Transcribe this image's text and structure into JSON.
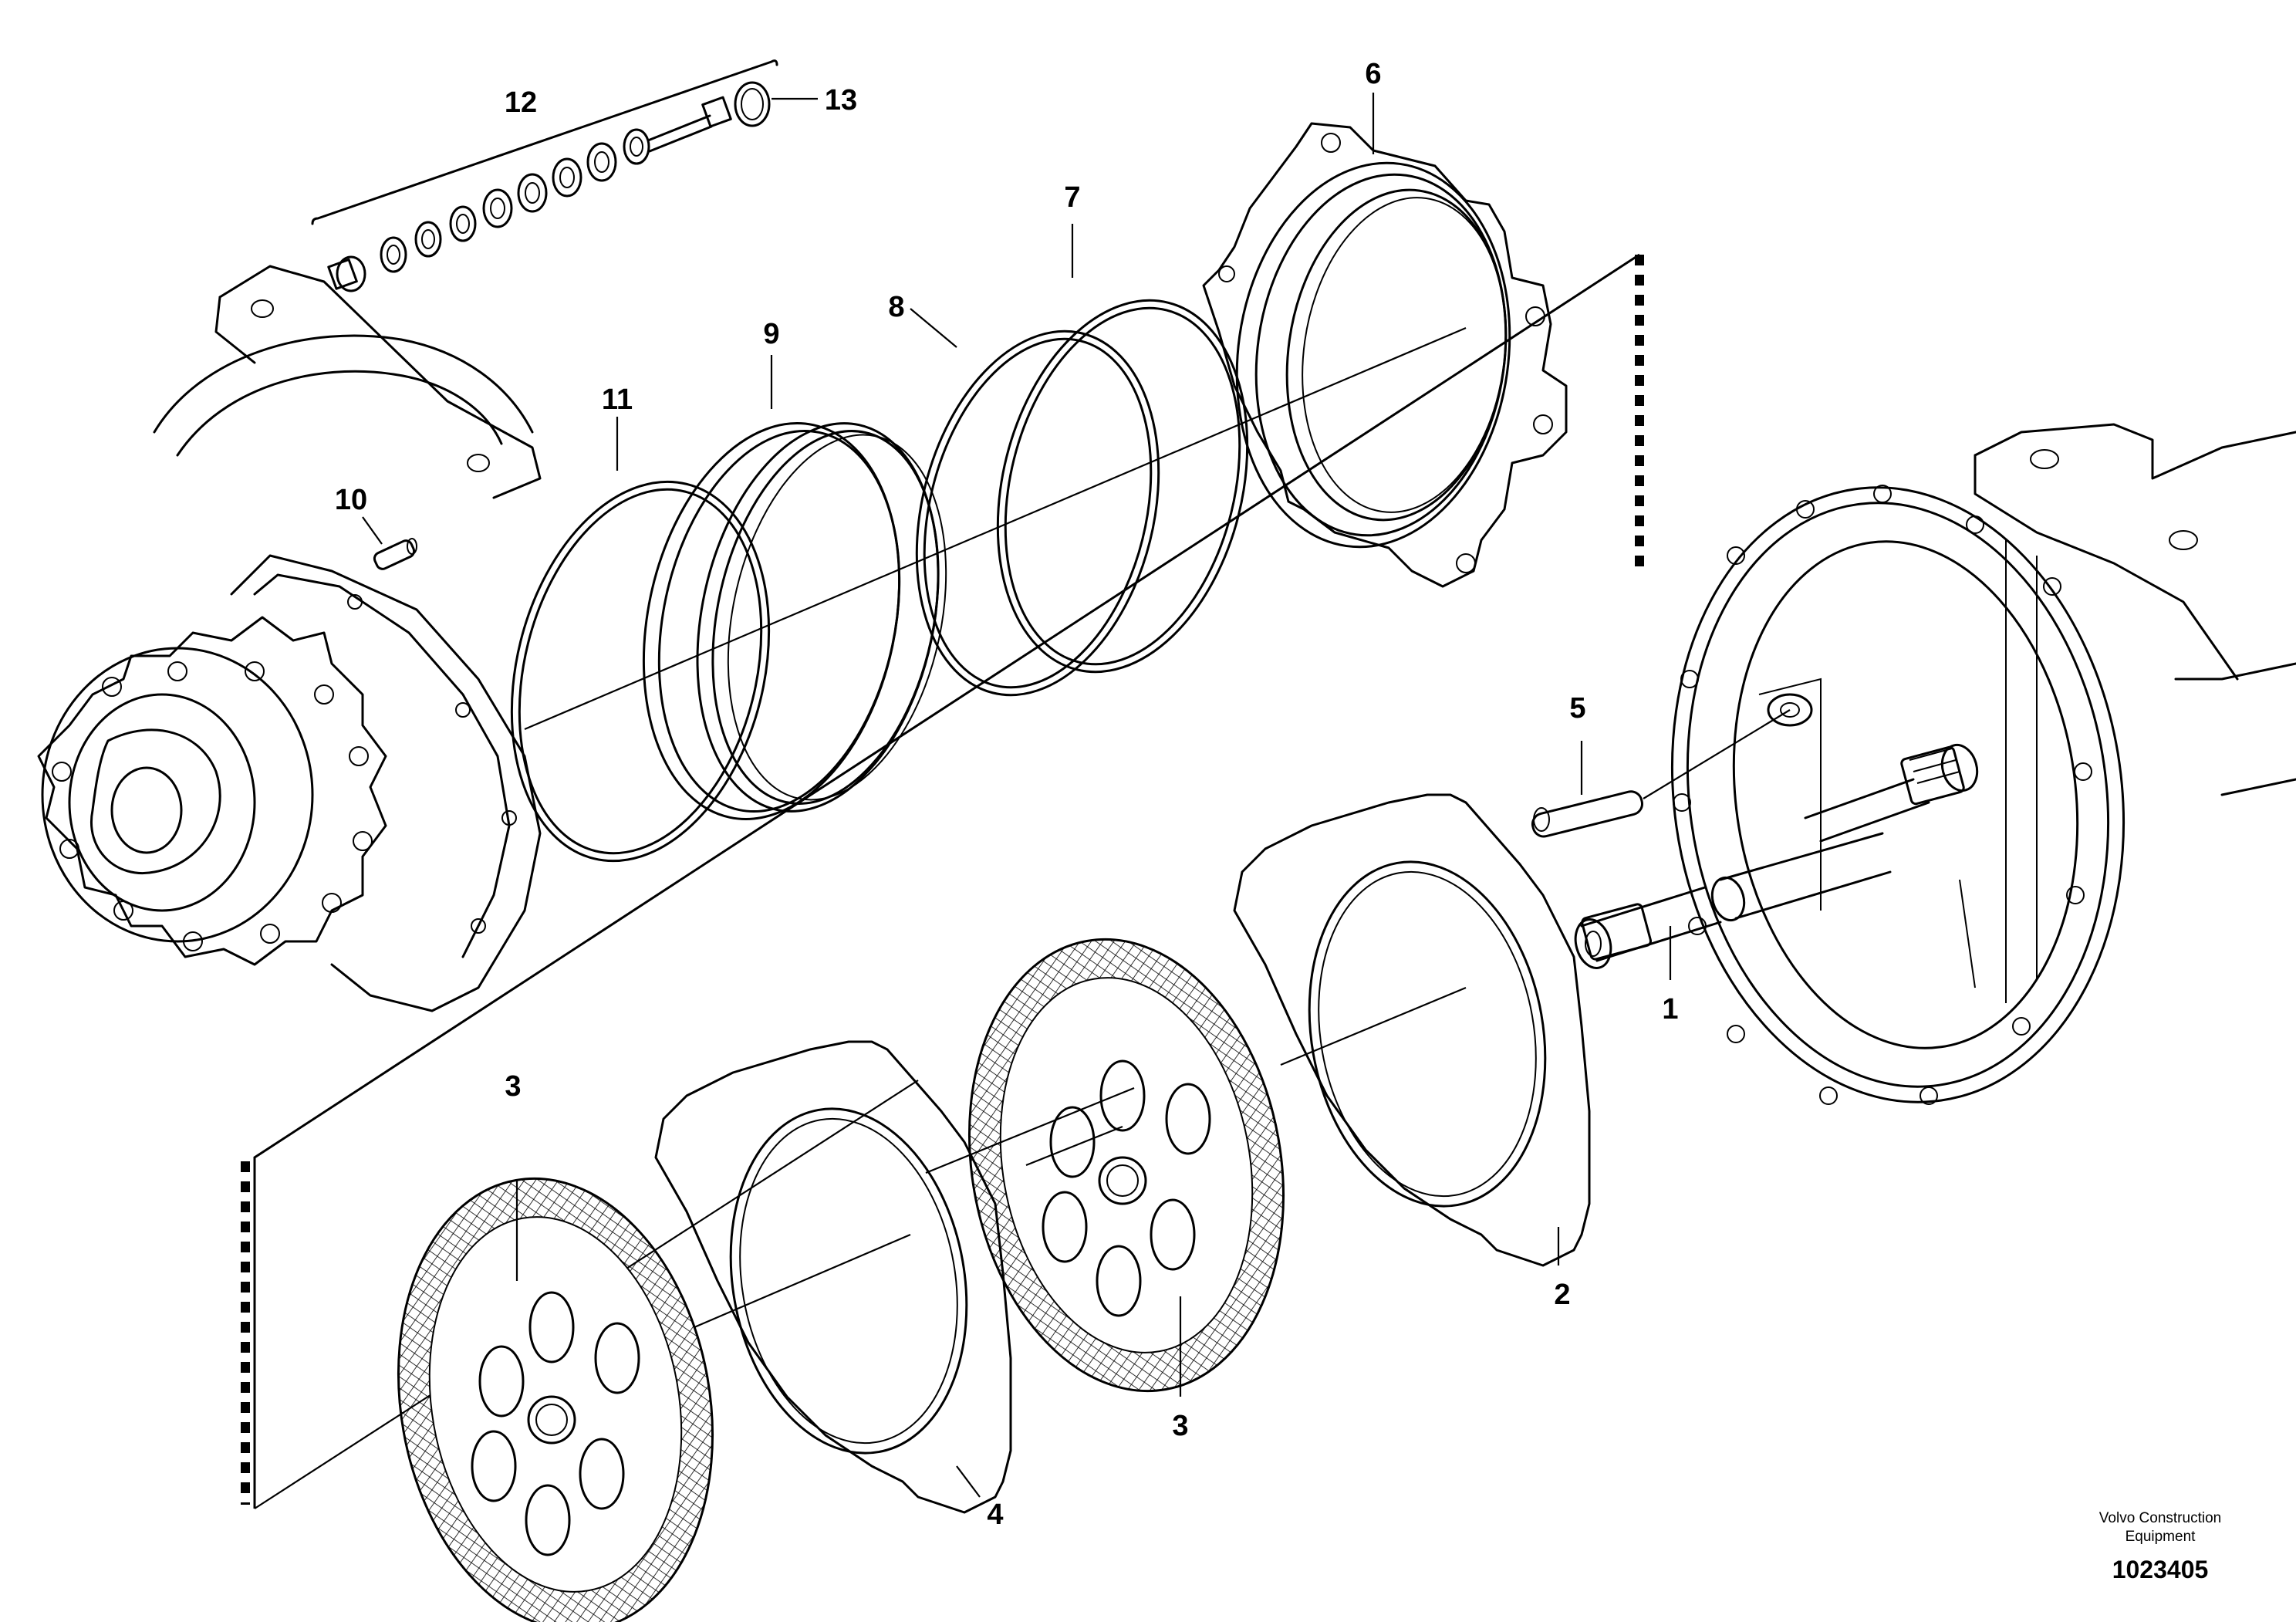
{
  "callouts": [
    {
      "id": "1",
      "label": "1"
    },
    {
      "id": "2",
      "label": "2"
    },
    {
      "id": "3a",
      "label": "3"
    },
    {
      "id": "3b",
      "label": "3"
    },
    {
      "id": "4",
      "label": "4"
    },
    {
      "id": "5",
      "label": "5"
    },
    {
      "id": "6",
      "label": "6"
    },
    {
      "id": "7",
      "label": "7"
    },
    {
      "id": "8",
      "label": "8"
    },
    {
      "id": "9",
      "label": "9"
    },
    {
      "id": "10",
      "label": "10"
    },
    {
      "id": "11",
      "label": "11"
    },
    {
      "id": "12",
      "label": "12"
    },
    {
      "id": "13",
      "label": "13"
    }
  ],
  "credit": {
    "line1": "Volvo Construction",
    "line2": "Equipment"
  },
  "document_number": "1023405"
}
